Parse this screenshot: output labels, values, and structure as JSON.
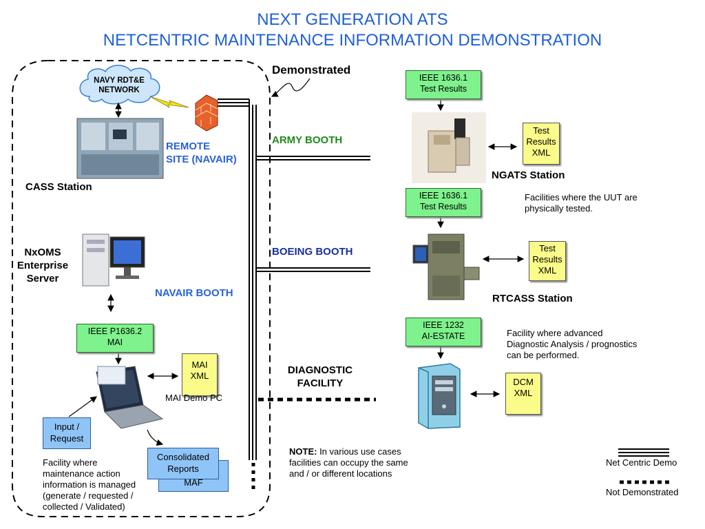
{
  "title": {
    "line1": "NEXT GENERATION ATS",
    "line2": "NETCENTRIC MAINTENANCE INFORMATION DEMONSTRATION"
  },
  "demonstrated_label": "Demonstrated",
  "network": {
    "line1": "NAVY RDT&E",
    "line2": "NETWORK"
  },
  "remote_site": {
    "line1": "REMOTE",
    "line2": "SITE (NAVAIR)"
  },
  "cass_station": "CASS Station",
  "nxoms": {
    "line1": "NxOMS",
    "line2": "Enterprise",
    "line3": "Server"
  },
  "booths": {
    "army": "ARMY BOOTH",
    "boeing": "BOEING BOOTH",
    "navair": "NAVAIR BOOTH",
    "diagnostic_line1": "DIAGNOSTIC",
    "diagnostic_line2": "FACILITY"
  },
  "ieee_p1636_2": {
    "line1": "IEEE P1636.2",
    "line2": "MAI"
  },
  "mai_xml": {
    "line1": "MAI",
    "line2": "XML"
  },
  "mai_demo_pc": "MAI Demo PC",
  "input_request": {
    "line1": "Input /",
    "line2": "Request"
  },
  "consolidated_reports": {
    "line1": "Consolidated",
    "line2": "Reports"
  },
  "maf": "MAF",
  "facility_maintenance": {
    "line1": "Facility where",
    "line2": "maintenance action",
    "line3": "information is managed",
    "line4": "(generate / requested /",
    "line5": "collected / Validated)"
  },
  "ngats": {
    "ieee_line1": "IEEE 1636.1",
    "ieee_line2": "Test Results",
    "xml_line1": "Test",
    "xml_line2": "Results",
    "xml_line3": "XML",
    "station": "NGATS Station"
  },
  "facilities_tested": {
    "line1": "Facilities where the UUT are",
    "line2": "physically tested."
  },
  "rtcass": {
    "ieee_line1": "IEEE 1636.1",
    "ieee_line2": "Test Results",
    "xml_line1": "Test",
    "xml_line2": "Results",
    "xml_line3": "XML",
    "station": "RTCASS Station"
  },
  "ai_estate": {
    "line1": "IEEE 1232",
    "line2": "AI-ESTATE"
  },
  "facility_advanced": {
    "line1": "Facility where advanced",
    "line2": "Diagnostic Analysis / prognostics",
    "line3": "can be performed."
  },
  "dcm_xml": {
    "line1": "DCM",
    "line2": "XML"
  },
  "note": {
    "label": "NOTE:",
    "line1": " In various use cases",
    "line2": "facilities can occupy the same",
    "line3": "and / or different locations"
  },
  "legend": {
    "net_centric": "Net Centric Demo",
    "not_demonstrated": "Not Demonstrated"
  }
}
